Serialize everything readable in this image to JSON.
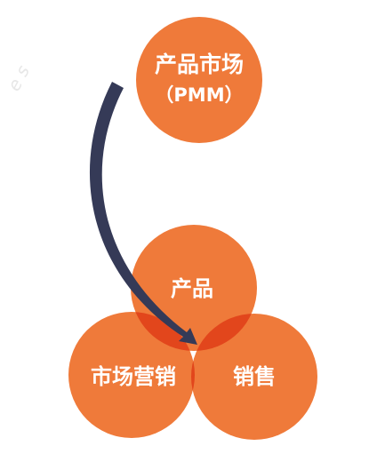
{
  "watermark": "e s",
  "colors": {
    "circle": "#ef7a3a",
    "overlap": "#e2461c",
    "center": "#d93c14",
    "arrow": "#353a57",
    "text": "#ffffff"
  },
  "nodes": {
    "pmm": {
      "line1": "产品市场",
      "line2": "（PMM）"
    },
    "product": {
      "label": "产品"
    },
    "marketing": {
      "label": "市场营销"
    },
    "sales": {
      "label": "销售"
    }
  }
}
